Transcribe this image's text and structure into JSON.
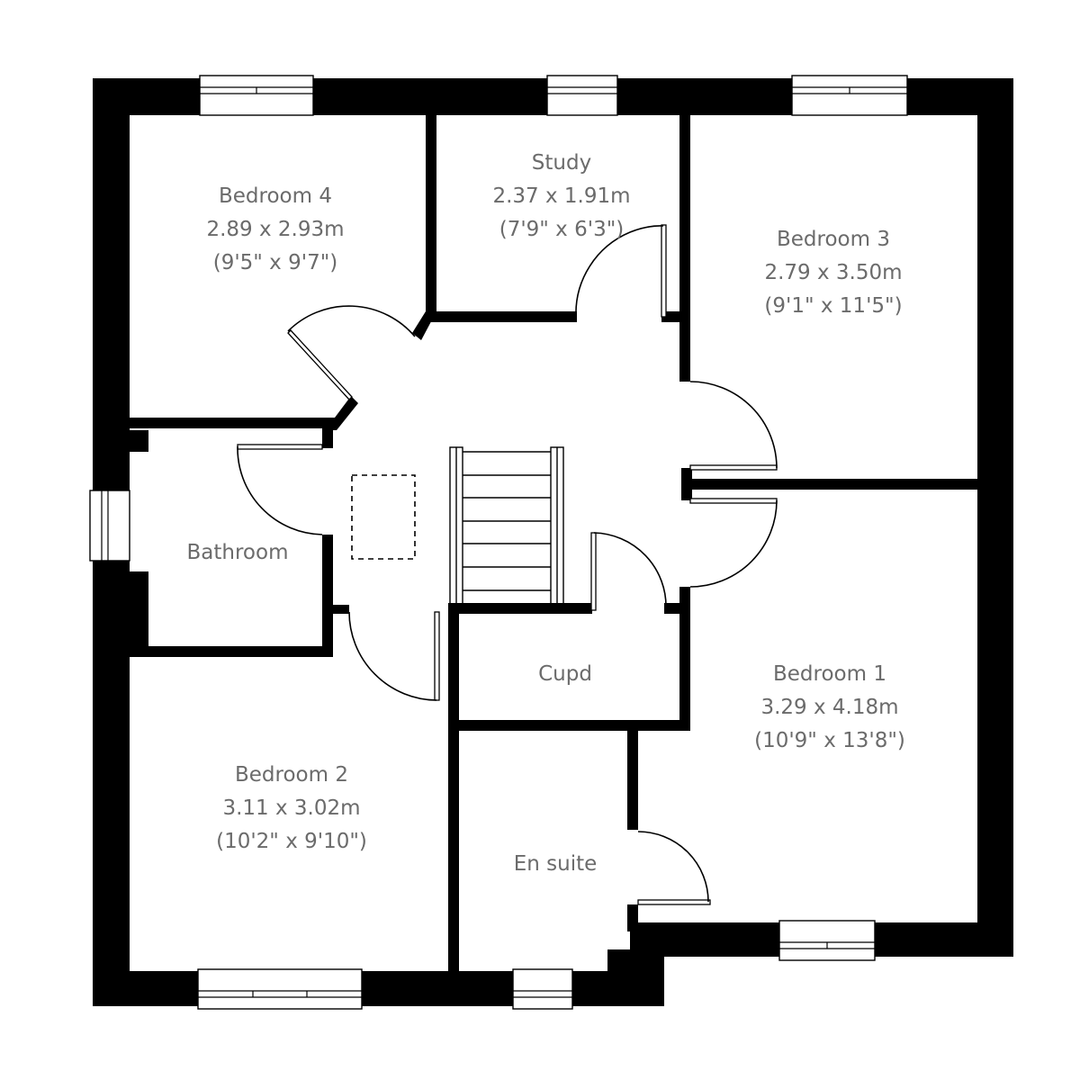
{
  "floorplan": {
    "rooms": [
      {
        "id": "bedroom-4",
        "name": "Bedroom 4",
        "metric": "2.89 x 2.93m",
        "imperial": "(9'5\" x 9'7\")"
      },
      {
        "id": "study",
        "name": "Study",
        "metric": "2.37 x 1.91m",
        "imperial": "(7'9\" x 6'3\")"
      },
      {
        "id": "bedroom-3",
        "name": "Bedroom 3",
        "metric": "2.79 x 3.50m",
        "imperial": "(9'1\" x 11'5\")"
      },
      {
        "id": "bathroom",
        "name": "Bathroom"
      },
      {
        "id": "cupd",
        "name": "Cupd"
      },
      {
        "id": "bedroom-1",
        "name": "Bedroom 1",
        "metric": "3.29 x 4.18m",
        "imperial": "(10'9\" x 13'8\")"
      },
      {
        "id": "bedroom-2",
        "name": "Bedroom 2",
        "metric": "3.11 x 3.02m",
        "imperial": "(10'2\" x 9'10\")"
      },
      {
        "id": "en-suite",
        "name": "En suite"
      }
    ],
    "colors": {
      "wall": "#000000",
      "label": "#6b6b6b",
      "background": "#ffffff"
    },
    "icons": [
      "window-icon",
      "door-swing-icon",
      "staircase-icon",
      "loft-hatch-icon"
    ]
  }
}
